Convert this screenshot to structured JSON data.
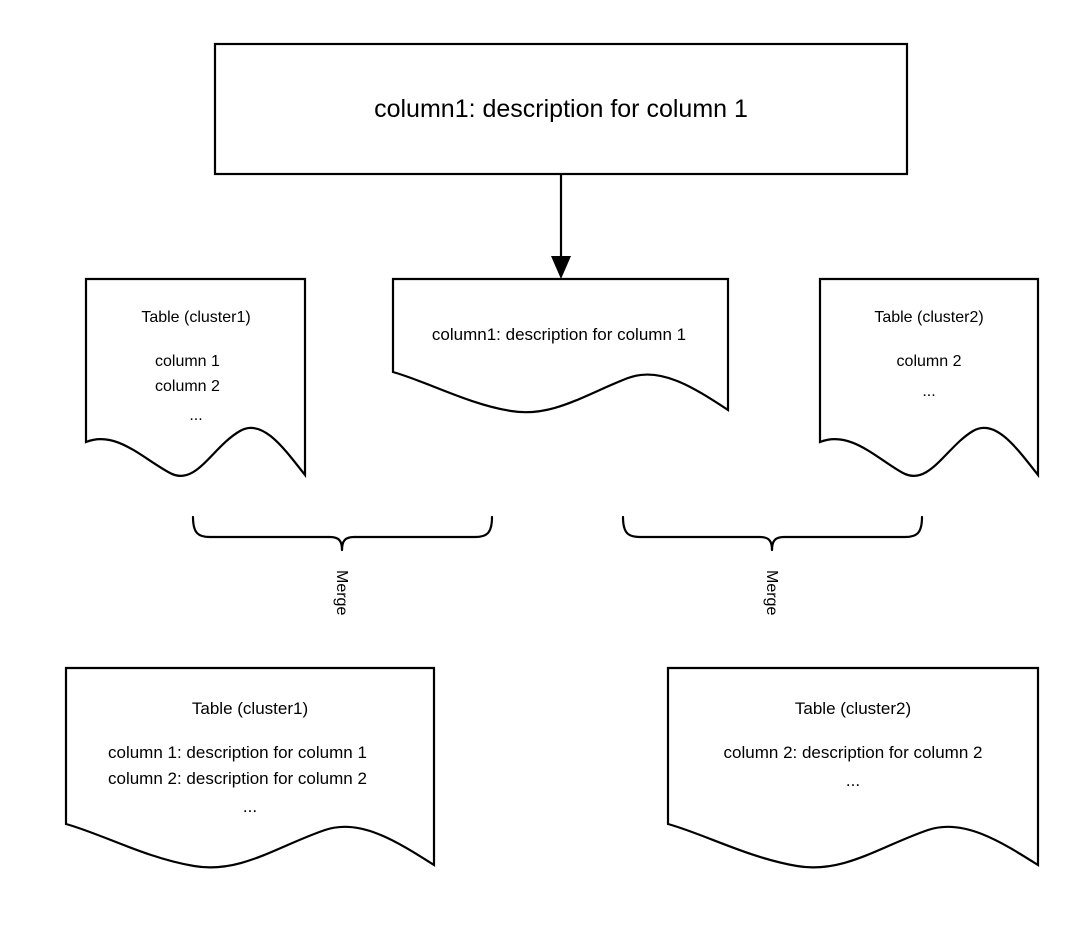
{
  "diagram": {
    "title_box": {
      "text": "column1: description for column 1"
    },
    "arrow": {
      "name": "down-arrow"
    },
    "middle_row": {
      "left_doc": {
        "title": "Table (cluster1)",
        "lines": [
          "column 1",
          "column 2",
          "..."
        ]
      },
      "center_doc": {
        "title": "",
        "lines": [
          "column1: description for column 1"
        ]
      },
      "right_doc": {
        "title": "Table (cluster2)",
        "lines": [
          "column 2",
          "..."
        ]
      }
    },
    "braces": [
      {
        "label": "Merge"
      },
      {
        "label": "Merge"
      }
    ],
    "bottom_row": {
      "left_doc": {
        "title": "Table (cluster1)",
        "lines": [
          "column 1: description for column 1",
          "column 2: description for column 2",
          "..."
        ]
      },
      "right_doc": {
        "title": "Table (cluster2)",
        "lines": [
          "column 2: description for column 2",
          "..."
        ]
      }
    },
    "colors": {
      "stroke": "#000000",
      "fill": "#ffffff",
      "text": "#000000"
    }
  }
}
